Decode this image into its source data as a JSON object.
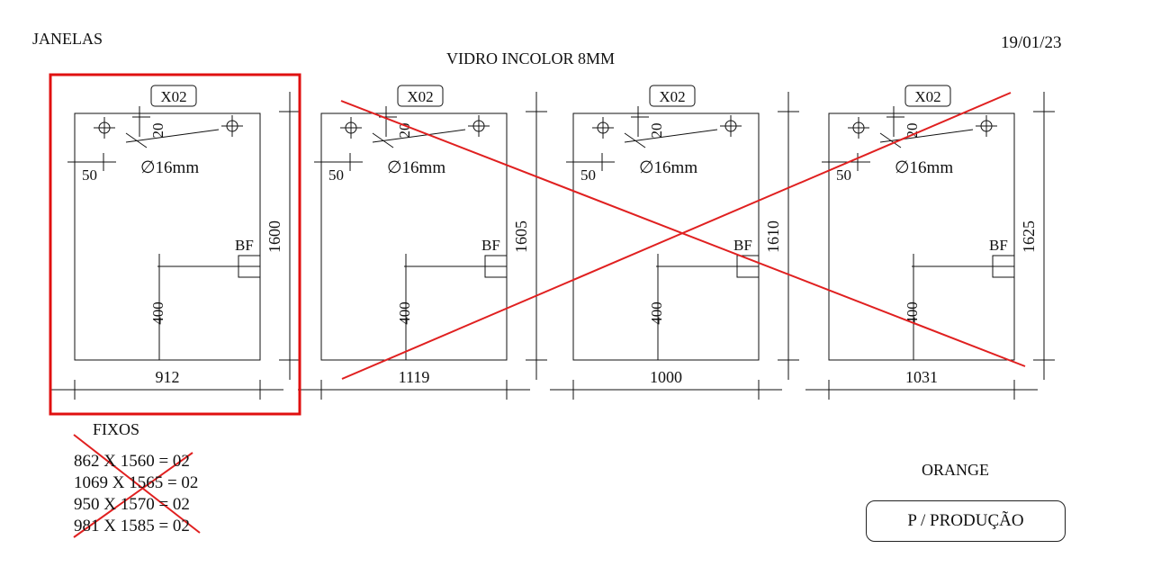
{
  "header": {
    "left_title": "JANELAS",
    "center_title": "VIDRO INCOLOR 8MM",
    "date": "19/01/23"
  },
  "panels": [
    {
      "qty_tag": "X02",
      "hole_offset_top": "20",
      "hole_offset_side": "50",
      "hole_diameter": "∅16mm",
      "handle_label": "BF",
      "handle_height": "400",
      "width": "912",
      "height": "1600",
      "selected": true,
      "crossed_out": false
    },
    {
      "qty_tag": "X02",
      "hole_offset_top": "20",
      "hole_offset_side": "50",
      "hole_diameter": "∅16mm",
      "handle_label": "BF",
      "handle_height": "400",
      "width": "1119",
      "height": "1605",
      "selected": false,
      "crossed_out": true
    },
    {
      "qty_tag": "X02",
      "hole_offset_top": "20",
      "hole_offset_side": "50",
      "hole_diameter": "∅16mm",
      "handle_label": "BF",
      "handle_height": "400",
      "width": "1000",
      "height": "1610",
      "selected": false,
      "crossed_out": true
    },
    {
      "qty_tag": "X02",
      "hole_offset_top": "20",
      "hole_offset_side": "50",
      "hole_diameter": "∅16mm",
      "handle_label": "BF",
      "handle_height": "400",
      "width": "1031",
      "height": "1625",
      "selected": false,
      "crossed_out": true
    }
  ],
  "fixed_list": {
    "title": "FIXOS",
    "items": [
      "862 X 1560 = 02",
      "1069 X 1565 = 02",
      "950 X 1570 = 02",
      "981 X 1585 = 02"
    ],
    "crossed_out": true
  },
  "client": "ORANGE",
  "stamp": "P / PRODUÇÃO",
  "colors": {
    "ink": "#111111",
    "highlight_red": "#e01010",
    "strike_red": "#e02020"
  }
}
